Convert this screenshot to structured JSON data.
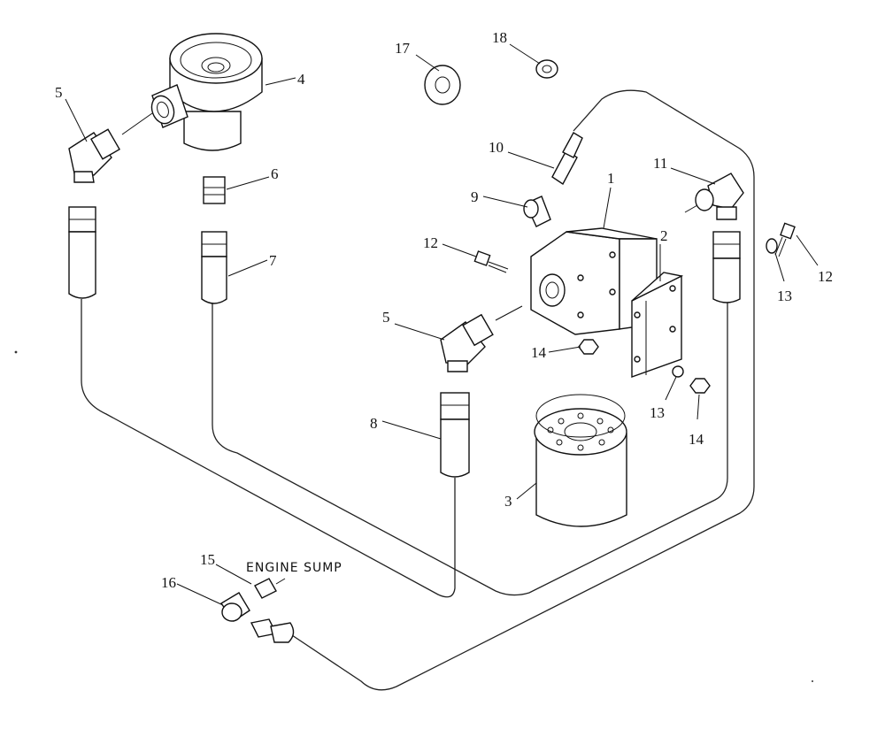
{
  "callouts": {
    "c1": "1",
    "c2": "2",
    "c3": "3",
    "c4": "4",
    "c5a": "5",
    "c5b": "5",
    "c6": "6",
    "c7": "7",
    "c8": "8",
    "c9": "9",
    "c10": "10",
    "c11": "11",
    "c12a": "12",
    "c12b": "12",
    "c13a": "13",
    "c13b": "13",
    "c14a": "14",
    "c14b": "14",
    "c15": "15",
    "c16": "16",
    "c17": "17",
    "c18": "18"
  },
  "engine_sump_label": "ENGINE SUMP"
}
